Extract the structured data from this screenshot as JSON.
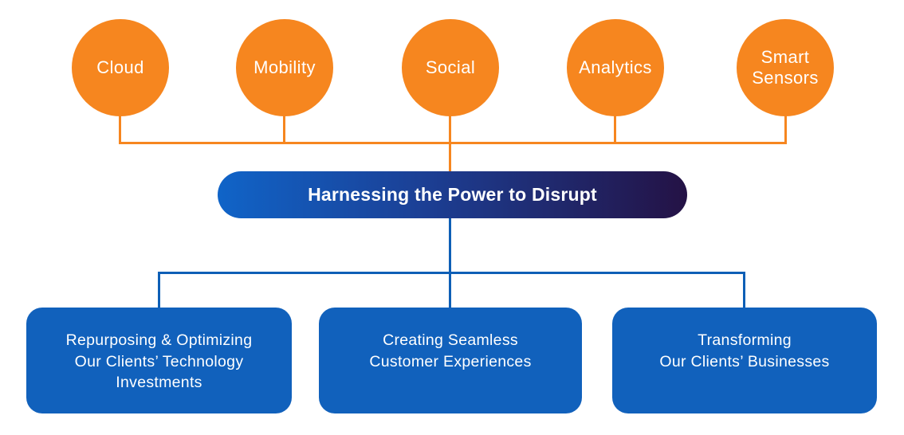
{
  "colors": {
    "orange": "#F6861F",
    "box_blue": "#1161BC",
    "line_blue": "#0E5FB6",
    "pill_start": "#1064C8",
    "pill_mid": "#1C3E93",
    "pill_end": "#241245",
    "text_white": "#FFFFFF"
  },
  "top_nodes": [
    {
      "label": "Cloud"
    },
    {
      "label": "Mobility"
    },
    {
      "label": "Social"
    },
    {
      "label": "Analytics"
    },
    {
      "label": "Smart\nSensors"
    }
  ],
  "center": {
    "label": "Harnessing the Power to Disrupt"
  },
  "bottom_nodes": [
    {
      "label": "Repurposing & Optimizing\nOur Clients’ Technology\nInvestments"
    },
    {
      "label": "Creating Seamless\nCustomer Experiences"
    },
    {
      "label": "Transforming\nOur Clients’ Businesses"
    }
  ]
}
